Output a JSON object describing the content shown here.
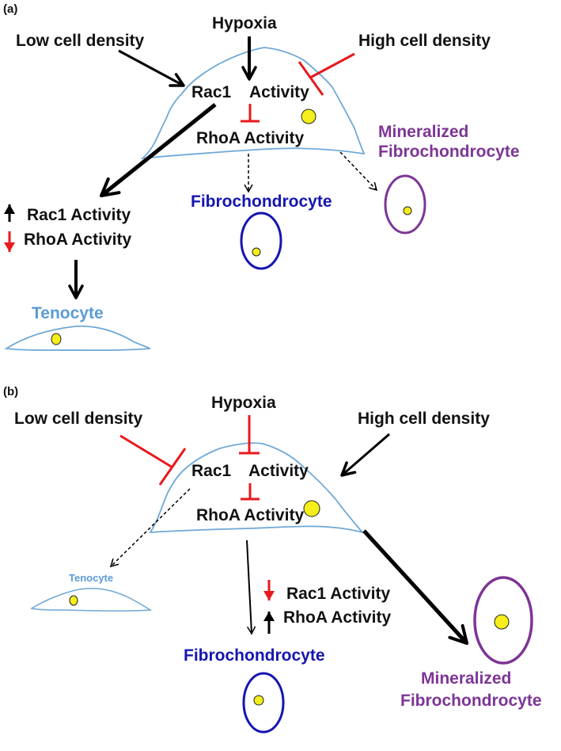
{
  "panel_a": {
    "tag": "(a)",
    "hypoxia": "Hypoxia",
    "low_density": "Low cell density",
    "high_density": "High cell density",
    "rac1": "Rac1",
    "activity": "Activity",
    "rhoa_activity": "RhoA Activity",
    "mineralized": "Mineralized",
    "fibrochondrocyte_word": "Fibrochondrocyte",
    "fibrochondrocyte": "Fibrochondrocyte",
    "rac1_activity": "Rac1 Activity",
    "rhoa_activity_2": "RhoA Activity",
    "tenocyte": "Tenocyte"
  },
  "panel_b": {
    "tag": "(b)",
    "hypoxia": "Hypoxia",
    "low_density": "Low cell density",
    "high_density": "High cell density",
    "rac1": "Rac1",
    "activity": "Activity",
    "rhoa_activity": "RhoA Activity",
    "tenocyte": "Tenocyte",
    "rac1_activity": "Rac1 Activity",
    "rhoa_activity_2": "RhoA Activity",
    "fibrochondrocyte": "Fibrochondrocyte",
    "mineralized": "Mineralized",
    "fibrochondrocyte_word": "Fibrochondrocyte"
  },
  "colors": {
    "activation": "#000000",
    "inhibition": "#e8191c",
    "cell_outline": "#6fa8d6",
    "nucleus": "#f5ee1a",
    "fibrochondrocyte": "#1515b0",
    "mineralized": "#7d3596",
    "tenocyte": "#5b9bd5"
  }
}
